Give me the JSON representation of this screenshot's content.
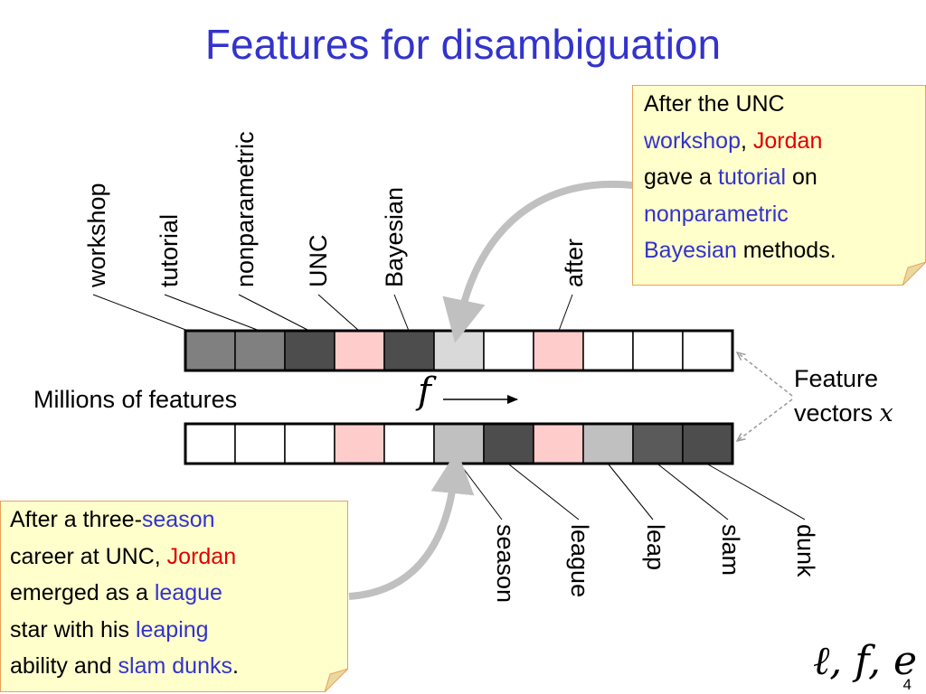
{
  "title": "Features for disambiguation",
  "top_note": {
    "line1": "After the UNC",
    "w_workshop": "workshop",
    "comma": ",",
    "w_jordan": "Jordan",
    "gave_a": "gave a ",
    "w_tutorial": "tutorial",
    "on": " on",
    "w_nonparametric": "nonparametric",
    "w_bayesian": "Bayesian",
    "methods": " methods."
  },
  "bottom_note": {
    "after_three": "After a three-",
    "w_season": "season",
    "career": "career at UNC, ",
    "w_jordan": "Jordan",
    "emerged": "emerged as a ",
    "w_league": "league",
    "star": "star with his ",
    "w_leaping": "leaping",
    "ability": "ability and ",
    "w_slam_dunks": "slam dunks",
    "period": "."
  },
  "top_labels": [
    "workshop",
    "tutorial",
    "nonparametric",
    "UNC",
    "Bayesian",
    "after"
  ],
  "bottom_labels": [
    "season",
    "league",
    "leap",
    "slam",
    "dunk"
  ],
  "millions_label": "Millions of features",
  "f_symbol": "f",
  "feature_vectors": {
    "line1": "Feature",
    "line2": "vectors ",
    "x": "x"
  },
  "top_vector": [
    "#808080",
    "#808080",
    "#4d4d4d",
    "#ffcccc",
    "#4d4d4d",
    "#d9d9d9",
    "#ffffff",
    "#ffcccc",
    "#ffffff",
    "#ffffff",
    "#ffffff"
  ],
  "bottom_vector": [
    "#ffffff",
    "#ffffff",
    "#ffffff",
    "#ffcccc",
    "#ffffff",
    "#c0c0c0",
    "#4d4d4d",
    "#ffcccc",
    "#c0c0c0",
    "#5a5a5a",
    "#4d4d4d"
  ],
  "footer_math": "ℓ, f, e",
  "page_number": "4"
}
